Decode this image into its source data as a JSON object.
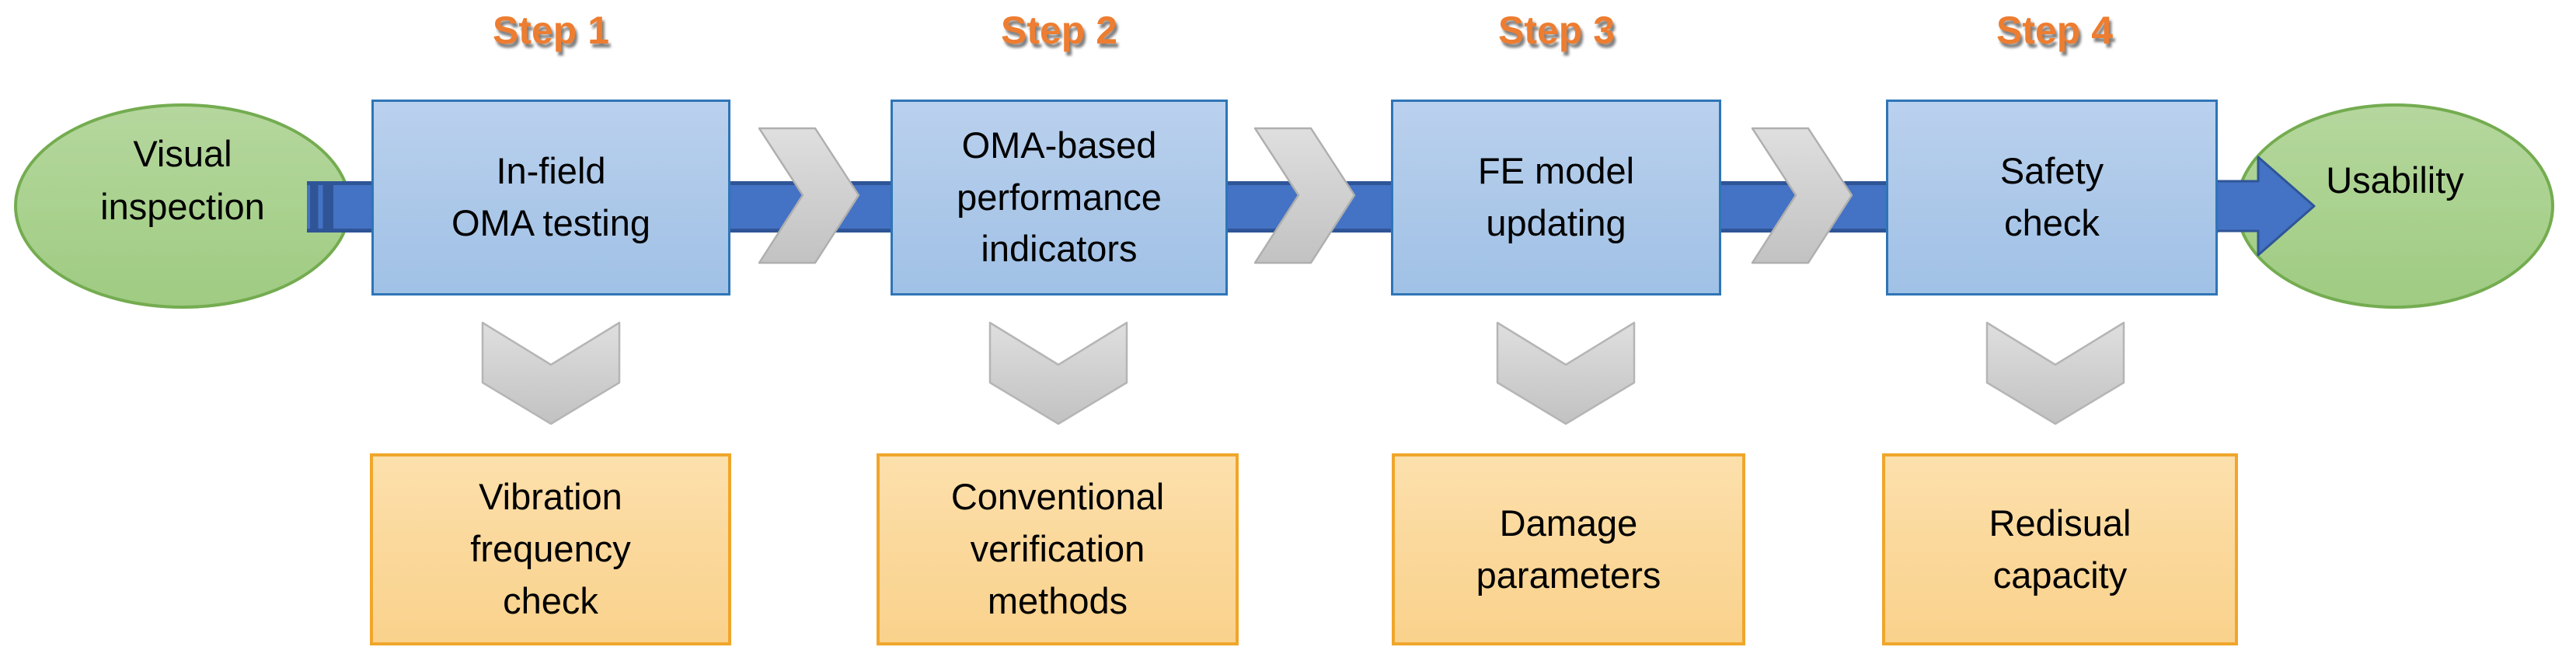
{
  "steps": [
    {
      "label": "Step 1"
    },
    {
      "label": "Step 2"
    },
    {
      "label": "Step 3"
    },
    {
      "label": "Step 4"
    }
  ],
  "flow": {
    "start_label": "Visual\ninspection",
    "end_label": "Usability",
    "process_boxes": [
      {
        "label": "In-field\nOMA testing"
      },
      {
        "label": "OMA-based\nperformance\nindicators"
      },
      {
        "label": "FE model\nupdating"
      },
      {
        "label": "Safety\ncheck"
      }
    ],
    "output_boxes": [
      {
        "label": "Vibration\nfrequency\ncheck"
      },
      {
        "label": "Conventional\nverification\nmethods"
      },
      {
        "label": "Damage\nparameters"
      },
      {
        "label": "Redisual\ncapacity"
      }
    ]
  },
  "colors": {
    "background": "#FFFFFF",
    "text": "#000000",
    "step-label": "#ED7D31",
    "process-fill": "#AEC9E9",
    "process-border": "#2E75B6",
    "ellipse-fill": "#A9D18E",
    "ellipse-border": "#74AC50",
    "arrow-fill": "#4472C4",
    "arrow-border": "#2F5597",
    "chevron-fill": "#CFCFCF",
    "chevron-border": "#AFAFAF",
    "output-fill": "#FBD89B",
    "output-border": "#F0A62B"
  }
}
